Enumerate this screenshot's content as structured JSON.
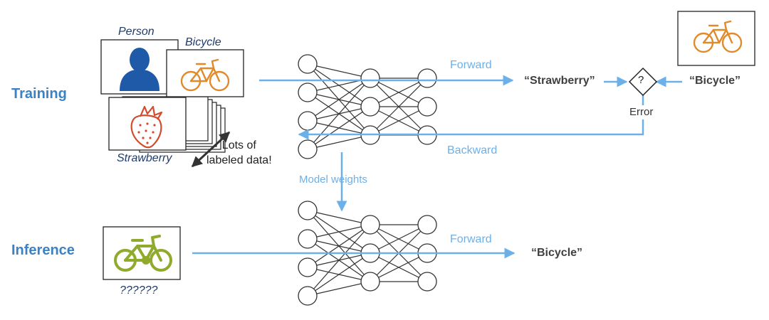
{
  "sections": {
    "training": "Training",
    "inference": "Inference"
  },
  "training_images": {
    "person": "Person",
    "bicycle": "Bicycle",
    "strawberry": "Strawberry",
    "data_note_line1": "Lots of",
    "data_note_line2": "labeled data!"
  },
  "training_flow": {
    "forward": "Forward",
    "backward": "Backward",
    "prediction": "“Strawberry”",
    "ground_truth": "“Bicycle”",
    "compare_symbol": "?",
    "error": "Error",
    "model_weights": "Model weights"
  },
  "inference_flow": {
    "input_caption": "??????",
    "forward": "Forward",
    "prediction": "“Bicycle”"
  },
  "network": {
    "layers": [
      4,
      3,
      3
    ]
  },
  "colors": {
    "section_title": "#3b82c4",
    "flow_arrow": "#6cb0ea",
    "person_icon": "#1e5aa8",
    "bicycle_training": "#e08a2c",
    "strawberry_icon": "#d24b2b",
    "bicycle_inference": "#8faa2c",
    "node_stroke": "#333333"
  },
  "icons": [
    "person-icon",
    "bicycle-icon",
    "strawberry-icon"
  ]
}
